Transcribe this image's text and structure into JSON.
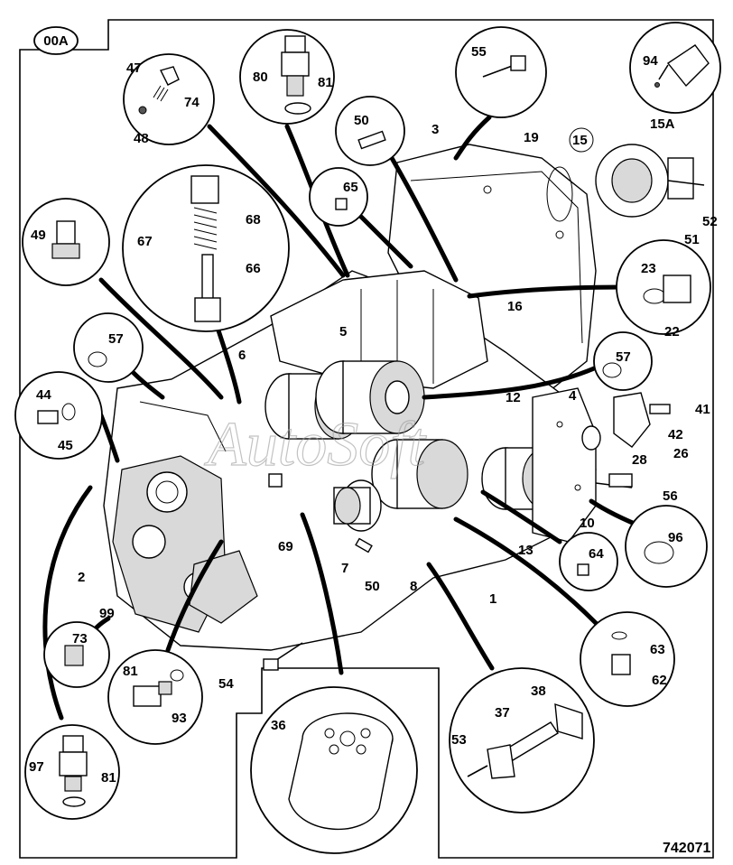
{
  "sheet_code": "00A",
  "drawing_number": "742071",
  "watermark": "AutoSoft",
  "callouts": {
    "c_47": "47",
    "c_74": "74",
    "c_48": "48",
    "c_80": "80",
    "c_81a": "81",
    "c_55": "55",
    "c_94": "94",
    "c_50a": "50",
    "c_3": "3",
    "c_19": "19",
    "c_15": "15",
    "c_15A": "15A",
    "c_52": "52",
    "c_51": "51",
    "c_65": "65",
    "c_68": "68",
    "c_67": "67",
    "c_66": "66",
    "c_49": "49",
    "c_23": "23",
    "c_22": "22",
    "c_16": "16",
    "c_5": "5",
    "c_6": "6",
    "c_57a": "57",
    "c_57b": "57",
    "c_44": "44",
    "c_45": "45",
    "c_12": "12",
    "c_4": "4",
    "c_41": "41",
    "c_42": "42",
    "c_28": "28",
    "c_26": "26",
    "c_56": "56",
    "c_10": "10",
    "c_96": "96",
    "c_69": "69",
    "c_13": "13",
    "c_64": "64",
    "c_7": "7",
    "c_50b": "50",
    "c_8": "8",
    "c_2": "2",
    "c_1": "1",
    "c_99": "99",
    "c_73": "73",
    "c_63": "63",
    "c_62": "62",
    "c_81b": "81",
    "c_93": "93",
    "c_54": "54",
    "c_38": "38",
    "c_37": "37",
    "c_53": "53",
    "c_36": "36",
    "c_97": "97",
    "c_81c": "81"
  }
}
